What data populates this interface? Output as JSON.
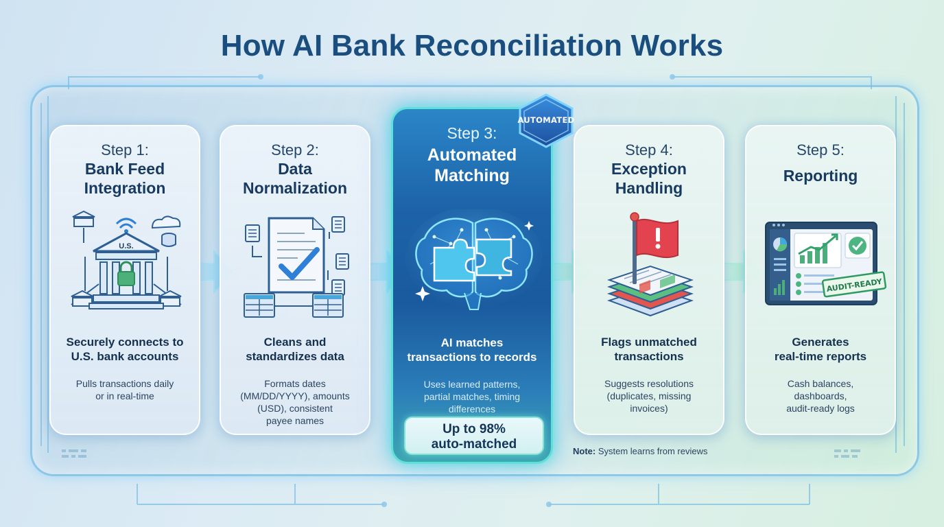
{
  "title": "How AI Bank Reconciliation Works",
  "steps": [
    {
      "label": "Step 1:",
      "name_line1": "Bank Feed",
      "name_line2": "Integration",
      "icon_text": "U.S.",
      "desc_line1": "Securely connects to",
      "desc_line2": "U.S. bank accounts",
      "sub_line1": "Pulls transactions daily",
      "sub_line2": "or in real-time"
    },
    {
      "label": "Step 2:",
      "name_line1": "Data",
      "name_line2": "Normalization",
      "desc_line1": "Cleans and",
      "desc_line2": "standardizes data",
      "sub_line1": "Formats dates",
      "sub_line2": "(MM/DD/YYYY), amounts",
      "sub_line3": "(USD), consistent",
      "sub_line4": "payee names"
    },
    {
      "label": "Step 3:",
      "name_line1": "Automated",
      "name_line2": "Matching",
      "desc_line1": "AI matches",
      "desc_line2": "transactions to records",
      "sub_line1": "Uses learned patterns,",
      "sub_line2": "partial matches, timing",
      "sub_line3": "differences",
      "highlight_line1": "Up to 98%",
      "highlight_line2": "auto-matched",
      "badge": "AUTOMATED"
    },
    {
      "label": "Step 4:",
      "name_line1": "Exception",
      "name_line2": "Handling",
      "desc_line1": "Flags unmatched",
      "desc_line2": "transactions",
      "sub_line1": "Suggests resolutions",
      "sub_line2": "(duplicates, missing",
      "sub_line3": "invoices)"
    },
    {
      "label": "Step 5:",
      "name_line1": "Reporting",
      "icon_text": "AUDIT-READY",
      "desc_line1": "Generates",
      "desc_line2": "real-time reports",
      "sub_line1": "Cash balances,",
      "sub_line2": "dashboards,",
      "sub_line3": "audit-ready logs"
    }
  ],
  "note": {
    "label": "Note:",
    "text": " System learns from reviews"
  },
  "colors": {
    "title": "#1a4e7e",
    "accent_blue": "#2a86c8",
    "accent_green": "#5fe0d8",
    "flag_red": "#e2434f",
    "check_blue": "#2e7fd6"
  }
}
